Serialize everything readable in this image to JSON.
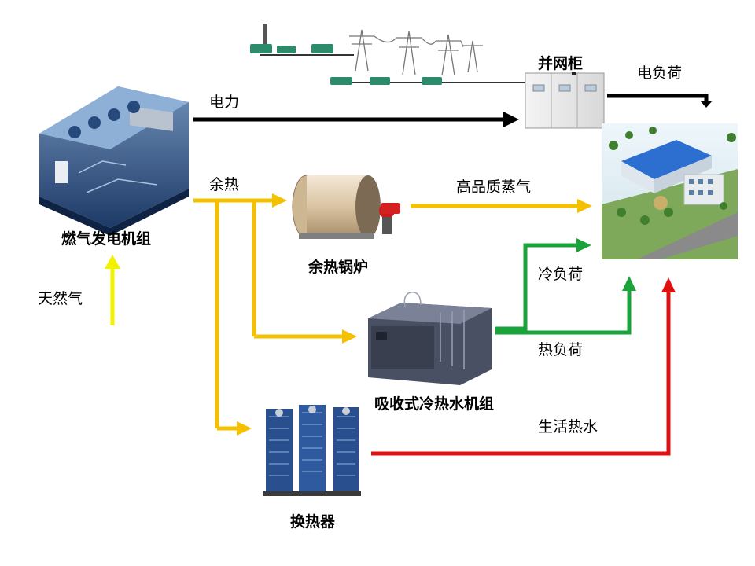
{
  "nodes": {
    "generator": "燃气发电机组",
    "gas": "天然气",
    "boiler": "余热锅炉",
    "chiller": "吸收式冷热水机组",
    "exchanger": "换热器",
    "grid_cabinet": "并网柜",
    "electric_load": "电负荷"
  },
  "flows": {
    "power": "电力",
    "waste_heat": "余热",
    "steam": "高品质蒸气",
    "cooling_load": "冷负荷",
    "heating_load": "热负荷",
    "hot_water": "生活热水"
  },
  "colors": {
    "power": "#000000",
    "heat": "#f5c000",
    "gas": "#f2f200",
    "chiller_out": "#1aa33a",
    "hot_water": "#e01010"
  },
  "grid_labels": [
    "",
    "",
    "",
    "",
    "",
    ""
  ]
}
